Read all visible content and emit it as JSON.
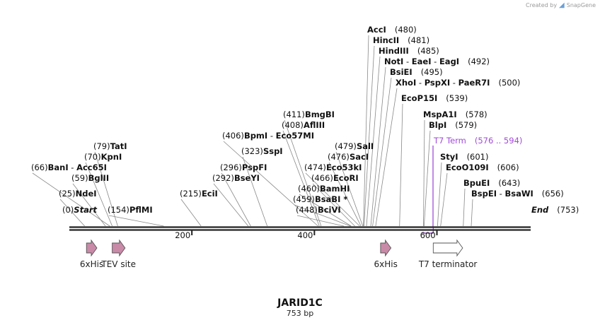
{
  "watermark": {
    "prefix": "Created by",
    "brand": "SnapGene",
    "icon": "snapgene-logo-icon"
  },
  "sequence": {
    "name": "JARID1C",
    "length_label": "753 bp",
    "length": 753
  },
  "axis_ticks": [
    {
      "pos": 200,
      "label": "200"
    },
    {
      "pos": 400,
      "label": "400"
    },
    {
      "pos": 600,
      "label": "600"
    }
  ],
  "sites": [
    {
      "pos": 0,
      "label": "(0)",
      "names": [
        "Start"
      ],
      "italic": true
    },
    {
      "pos": 25,
      "label": "(25)",
      "names": [
        "NdeI"
      ]
    },
    {
      "pos": 59,
      "label": "(59)",
      "names": [
        "BglII"
      ]
    },
    {
      "pos": 66,
      "label": "(66)",
      "names": [
        "BanI",
        "Acc65I"
      ]
    },
    {
      "pos": 70,
      "label": "(70)",
      "names": [
        "KpnI"
      ]
    },
    {
      "pos": 79,
      "label": "(79)",
      "names": [
        "TatI"
      ]
    },
    {
      "pos": 154,
      "label": "(154)",
      "names": [
        "PflMI"
      ],
      "pos_first": true
    },
    {
      "pos": 215,
      "label": "(215)",
      "names": [
        "EciI"
      ]
    },
    {
      "pos": 292,
      "label": "(292)",
      "names": [
        "BseYI"
      ]
    },
    {
      "pos": 296,
      "label": "(296)",
      "names": [
        "PspFI"
      ]
    },
    {
      "pos": 323,
      "label": "(323)",
      "names": [
        "SspI"
      ]
    },
    {
      "pos": 406,
      "label": "(406)",
      "names": [
        "BpmI",
        "Eco57MI"
      ]
    },
    {
      "pos": 408,
      "label": "(408)",
      "names": [
        "AflIII"
      ]
    },
    {
      "pos": 411,
      "label": "(411)",
      "names": [
        "BmgBI"
      ]
    },
    {
      "pos": 448,
      "label": "(448)",
      "names": [
        "BciVI"
      ]
    },
    {
      "pos": 459,
      "label": "(459)",
      "names": [
        "BsaBI *"
      ]
    },
    {
      "pos": 460,
      "label": "(460)",
      "names": [
        "BamHI"
      ]
    },
    {
      "pos": 466,
      "label": "(466)",
      "names": [
        "EcoRI"
      ]
    },
    {
      "pos": 474,
      "label": "(474)",
      "names": [
        "Eco53kI"
      ]
    },
    {
      "pos": 476,
      "label": "(476)",
      "names": [
        "SacI"
      ]
    },
    {
      "pos": 479,
      "label": "(479)",
      "names": [
        "SalI"
      ]
    },
    {
      "pos": 480,
      "label": "(480)",
      "names": [
        "AccI"
      ],
      "pos_after": true
    },
    {
      "pos": 481,
      "label": "(481)",
      "names": [
        "HincII"
      ],
      "pos_after": true
    },
    {
      "pos": 485,
      "label": "(485)",
      "names": [
        "HindIII"
      ],
      "pos_after": true
    },
    {
      "pos": 492,
      "label": "(492)",
      "names": [
        "NotI",
        "EaeI",
        "EagI"
      ],
      "pos_after": true
    },
    {
      "pos": 495,
      "label": "(495)",
      "names": [
        "BsiEI"
      ],
      "pos_after": true
    },
    {
      "pos": 500,
      "label": "(500)",
      "names": [
        "XhoI",
        "PspXI",
        "PaeR7I"
      ],
      "pos_after": true
    },
    {
      "pos": 539,
      "label": "(539)",
      "names": [
        "EcoP15I"
      ],
      "pos_after": true
    },
    {
      "pos": 578,
      "label": "(578)",
      "names": [
        "MspA1I"
      ],
      "pos_after": true
    },
    {
      "pos": 579,
      "label": "(579)",
      "names": [
        "BlpI"
      ],
      "pos_after": true
    },
    {
      "pos": 601,
      "label": "(601)",
      "names": [
        "StyI"
      ],
      "pos_after": true
    },
    {
      "pos": 606,
      "label": "(606)",
      "names": [
        "EcoO109I"
      ],
      "pos_after": true
    },
    {
      "pos": 643,
      "label": "(643)",
      "names": [
        "BpuEI"
      ],
      "pos_after": true
    },
    {
      "pos": 656,
      "label": "(656)",
      "names": [
        "BspEI",
        "BsaWI"
      ],
      "pos_after": true
    },
    {
      "pos": 753,
      "label": "(753)",
      "names": [
        "End"
      ],
      "italic": true,
      "pos_after": true
    }
  ],
  "feature_range": {
    "name": "T7 Term",
    "range": "(576 .. 594)",
    "start": 576,
    "end": 594,
    "color": "#a24ad9"
  },
  "features": [
    {
      "name": "6xHis",
      "start": 28,
      "end": 45,
      "color": "#c98aa8"
    },
    {
      "name": "TEV site",
      "start": 70,
      "end": 91,
      "color": "#c98aa8"
    },
    {
      "name": "6xHis",
      "start": 508,
      "end": 525,
      "color": "#c98aa8"
    },
    {
      "name": "T7 terminator",
      "start": 594,
      "end": 642,
      "color": "#ffffff"
    }
  ],
  "colors": {
    "backbone": "#222222",
    "feature_outline": "#555555",
    "accent": "#a24ad9",
    "text": "#111111"
  }
}
